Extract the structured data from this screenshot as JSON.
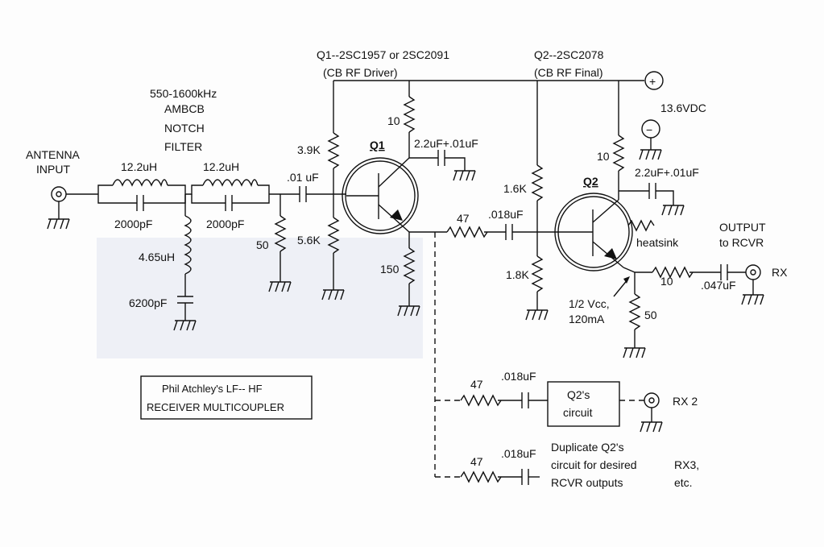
{
  "title": {
    "line1": "Phil Atchley's LF-- HF",
    "line2": "RECEIVER MULTICOUPLER"
  },
  "notch_filter": {
    "line1": "550-1600kHz",
    "line2": "AMBCB",
    "line3": "NOTCH",
    "line4": "FILTER"
  },
  "input": {
    "line1": "ANTENNA",
    "line2": "INPUT"
  },
  "output": {
    "line1": "OUTPUT",
    "line2": "to RCVR",
    "rx_label": "RX"
  },
  "transistors": {
    "q1": {
      "label": "Q1",
      "title1": "Q1--2SC1957 or 2SC2091",
      "title2": "(CB RF Driver)"
    },
    "q2": {
      "label": "Q2",
      "title1": "Q2--2SC2078",
      "title2": "(CB RF Final)"
    }
  },
  "supply": {
    "voltage": "13.6VDC",
    "plus": "+",
    "minus": "−"
  },
  "components": {
    "l1": "12.2uH",
    "l2": "12.2uH",
    "c1": "2000pF",
    "c2": "2000pF",
    "l3": "4.65uH",
    "c3": "6200pF",
    "r_in": "50",
    "c_in": ".01 uF",
    "r_q1_bias_top": "3.9K",
    "r_q1_bias_bot": "5.6K",
    "r_q1_col": "10",
    "c_q1_dec": "2.2uF+.01uF",
    "r_q1_emit": "150",
    "r_47": "47",
    "c_018": ".018uF",
    "r_q2_bias_top": "1.6K",
    "r_q2_bias_bot": "1.8K",
    "r_q2_col": "10",
    "c_q2_dec": "2.2uF+.01uF",
    "heatsink": "heatsink",
    "r_q2_out": "10",
    "c_out": ".047uF",
    "r_q2_load": "50",
    "bias_note1": "1/2 Vcc,",
    "bias_note2": "120mA"
  },
  "branch2": {
    "r": "47",
    "c": ".018uF",
    "box_line1": "Q2's",
    "box_line2": "circuit",
    "rx": "RX 2"
  },
  "branch3": {
    "r": "47",
    "c": ".018uF",
    "note1": "Duplicate Q2's",
    "note2": "circuit for desired",
    "note3": "RCVR outputs",
    "rx1": "RX3,",
    "rx2": "etc."
  }
}
